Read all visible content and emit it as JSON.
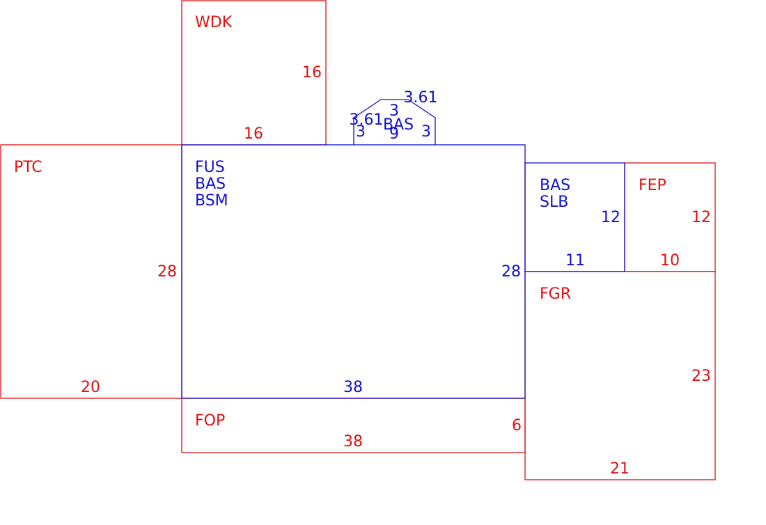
{
  "colors": {
    "main_area": "#1010d0",
    "sub_area": "#e01010",
    "background": "#ffffff"
  },
  "areas": {
    "wdk": {
      "codes": [
        "WDK"
      ],
      "dims": [
        "16",
        "16"
      ]
    },
    "ptc": {
      "codes": [
        "PTC"
      ],
      "dims": [
        "28",
        "20"
      ]
    },
    "main": {
      "codes": [
        "FUS",
        "BAS",
        "BSM"
      ],
      "dims": [
        "38",
        "28"
      ]
    },
    "bay": {
      "codes": [
        "BAS"
      ],
      "dims": [
        "3.61",
        "3",
        "3.61",
        "3",
        "9",
        "3"
      ]
    },
    "bas_slb": {
      "codes": [
        "BAS",
        "SLB"
      ],
      "dims": [
        "12",
        "11"
      ]
    },
    "fep": {
      "codes": [
        "FEP"
      ],
      "dims": [
        "12",
        "10"
      ]
    },
    "fgr": {
      "codes": [
        "FGR"
      ],
      "dims": [
        "23",
        "21"
      ]
    },
    "fop": {
      "codes": [
        "FOP"
      ],
      "dims": [
        "6",
        "38"
      ]
    }
  }
}
